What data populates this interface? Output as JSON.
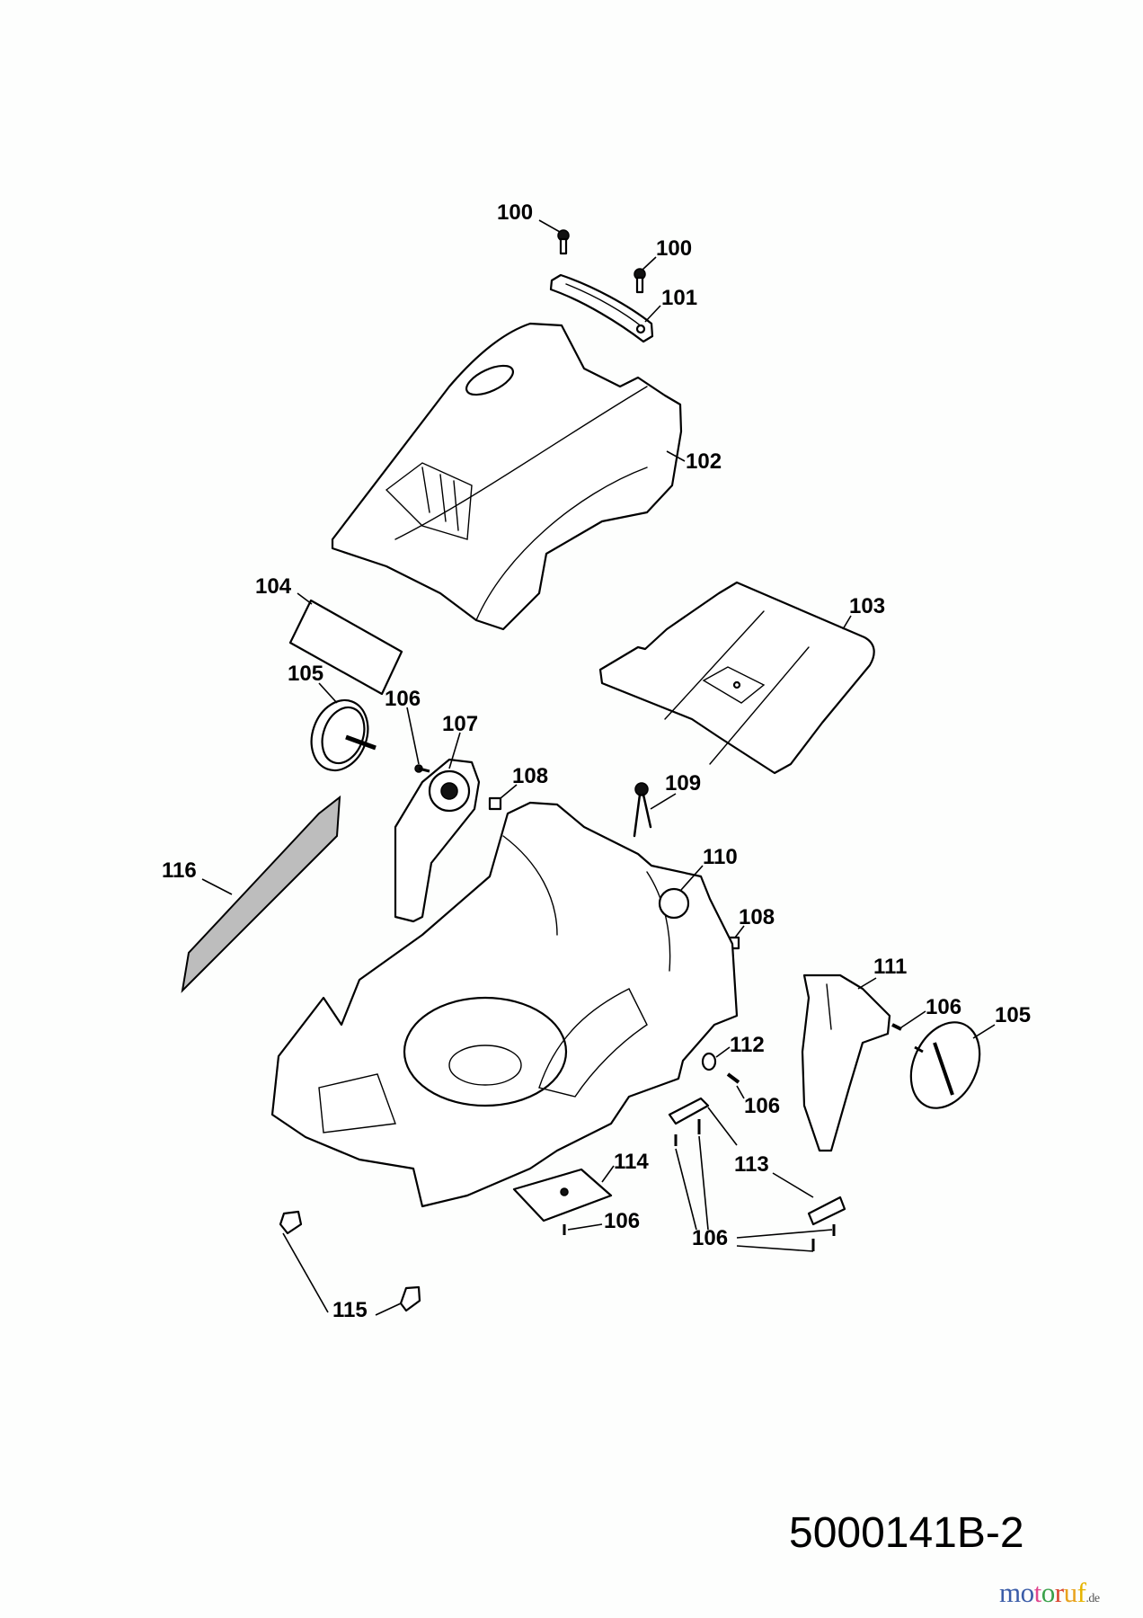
{
  "diagram": {
    "title": "Exploded parts diagram - lawn mower housing",
    "drawing_number": "5000141B-2",
    "callouts": [
      {
        "id": "c100a",
        "label": "100",
        "part": "screw"
      },
      {
        "id": "c100b",
        "label": "100",
        "part": "screw"
      },
      {
        "id": "c101",
        "label": "101",
        "part": "handle grip"
      },
      {
        "id": "c102",
        "label": "102",
        "part": "upper housing"
      },
      {
        "id": "c103",
        "label": "103",
        "part": "rear flap"
      },
      {
        "id": "c104",
        "label": "104",
        "part": "label"
      },
      {
        "id": "c105a",
        "label": "105",
        "part": "wheel"
      },
      {
        "id": "c106a",
        "label": "106",
        "part": "screw"
      },
      {
        "id": "c107",
        "label": "107",
        "part": "height adjuster left"
      },
      {
        "id": "c108a",
        "label": "108",
        "part": "nut"
      },
      {
        "id": "c109",
        "label": "109",
        "part": "spring"
      },
      {
        "id": "c110",
        "label": "110",
        "part": "chassis deck"
      },
      {
        "id": "c108b",
        "label": "108",
        "part": "nut"
      },
      {
        "id": "c111",
        "label": "111",
        "part": "height adjuster right"
      },
      {
        "id": "c106b",
        "label": "106",
        "part": "screw"
      },
      {
        "id": "c105b",
        "label": "105",
        "part": "wheel"
      },
      {
        "id": "c112",
        "label": "112",
        "part": "bushing"
      },
      {
        "id": "c106c",
        "label": "106",
        "part": "screw"
      },
      {
        "id": "c113",
        "label": "113",
        "part": "clip"
      },
      {
        "id": "c114",
        "label": "114",
        "part": "cover plate"
      },
      {
        "id": "c106d",
        "label": "106",
        "part": "screw"
      },
      {
        "id": "c106e",
        "label": "106",
        "part": "screws"
      },
      {
        "id": "c115",
        "label": "115",
        "part": "cable clips"
      },
      {
        "id": "c116",
        "label": "116",
        "part": "grass comb"
      }
    ]
  },
  "logo": {
    "letters": [
      {
        "ch": "m",
        "color": "#3a5ca8"
      },
      {
        "ch": "o",
        "color": "#3a5ca8"
      },
      {
        "ch": "t",
        "color": "#e0468f"
      },
      {
        "ch": "o",
        "color": "#3aa14a"
      },
      {
        "ch": "r",
        "color": "#d9422b"
      },
      {
        "ch": "u",
        "color": "#e8a21d"
      },
      {
        "ch": "f",
        "color": "#e6b400"
      }
    ],
    "suffix": ".de"
  }
}
